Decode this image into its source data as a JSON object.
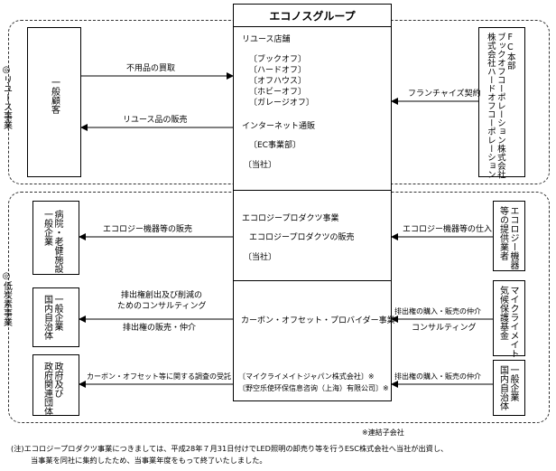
{
  "company": {
    "title": "エコノスグループ"
  },
  "sections": {
    "reuse_label": "◎リユース事業",
    "lowcarbon_label": "◎低炭素事業"
  },
  "reuse": {
    "customer": "一般顧客",
    "franchisor": "FC本部\nブックオフコーポレーション株式会社\n株式会社ハードオフコーポレーション",
    "stores_heading": "リユース店舗",
    "stores": [
      "〔ブックオフ〕",
      "〔ハードオフ〕",
      "〔オフハウス〕",
      "〔ホビーオフ〕",
      "〔ガレージオフ〕"
    ],
    "internet_heading": "インターネット通販",
    "ec_division": "〔EC事業部〕",
    "company_ref": "〔当社〕",
    "arrow_buy": "不用品の買取",
    "arrow_sell": "リユース品の販売",
    "arrow_franchise": "フランチャイズ契約"
  },
  "eco": {
    "customer": "病院・老健施設\n一般企業",
    "supplier": "エコロジー機器\n等の提供業者",
    "heading": "エコロジープロダクツ事業",
    "sub": "エコロジープロダクツの販売",
    "company_ref": "〔当社〕",
    "arrow_sell": "エコロジー機器等の販売",
    "arrow_buy": "エコロジー機器等の仕入"
  },
  "carbon": {
    "customer": "一般企業\n国内自治体",
    "fund": "マイクライメイト\n気候保護基金",
    "heading": "カーボン・オフセット・プロバイダー事業",
    "arrow_consult_1": "排出権創出及び削減の",
    "arrow_consult_2": "ためのコンサルティング",
    "arrow_sales": "排出権の販売・仲介",
    "arrow_buy": "排出権の購入・販売の仲介",
    "arrow_consulting": "コンサルティング"
  },
  "gov": {
    "customer": "政府及び\n政府関連団体",
    "partner": "一般企業\n国内自治体",
    "entity_1": "〔マイクライメイトジャパン株式会社〕※",
    "entity_2": "〔野空乐使环保信息咨询（上海）有限公司〕※",
    "arrow_survey": "カーボン・オフセット等に関する調査の受託",
    "arrow_buy": "排出権の購入・販売の仲介"
  },
  "footnote_mark": "※連結子会社",
  "note": {
    "line1": "(注)エコロジープロダクツ事業につきましては、平成28年７月31日付けでLED照明の卸売り等を行うESC株式会社へ当社が出資し、",
    "line2": "当事業を同社に集約したため、当事業年度をもって終了いたしました。"
  }
}
